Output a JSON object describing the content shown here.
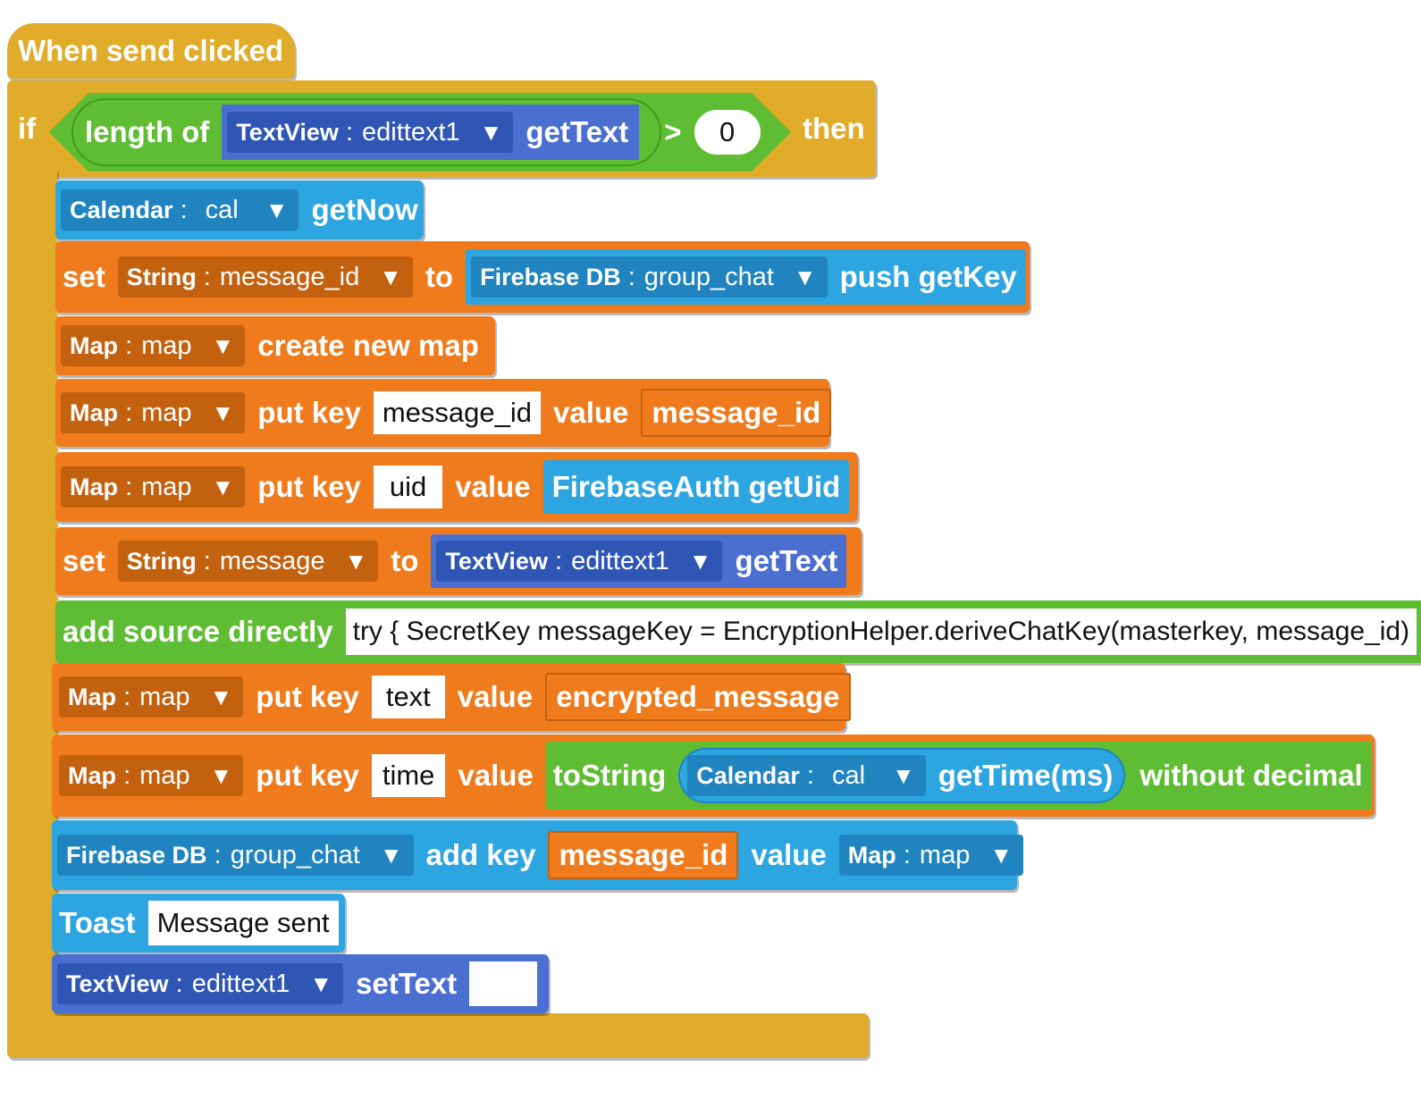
{
  "event": {
    "label": "When send clicked"
  },
  "if_block": {
    "if_label": "if",
    "then_label": "then",
    "length_of": "length of",
    "textview": {
      "type": "TextView",
      "sep": ":",
      "name": "edittext1"
    },
    "get_text": "getText",
    "operator": ">",
    "compare_value": "0"
  },
  "blocks": {
    "calendar_now": {
      "type": "Calendar",
      "sep": ":",
      "name": "cal",
      "method": "getNow"
    },
    "set_message_id": {
      "set": "set",
      "type": "String",
      "sep": ":",
      "name": "message_id",
      "to": "to",
      "firebase": {
        "type": "Firebase DB",
        "sep": ":",
        "name": "group_chat",
        "method": "push getKey"
      }
    },
    "map_create": {
      "type": "Map",
      "sep": ":",
      "name": "map",
      "method": "create new map"
    },
    "put_message_id": {
      "type": "Map",
      "sep": ":",
      "name": "map",
      "put_key": "put key",
      "key": "message_id",
      "value_label": "value",
      "value": "message_id"
    },
    "put_uid": {
      "type": "Map",
      "sep": ":",
      "name": "map",
      "put_key": "put key",
      "key": "uid",
      "value_label": "value",
      "value": "FirebaseAuth getUid"
    },
    "set_message": {
      "set": "set",
      "type": "String",
      "sep": ":",
      "name": "message",
      "to": "to",
      "textview": {
        "type": "TextView",
        "sep": ":",
        "name": "edittext1",
        "method": "getText"
      }
    },
    "add_source": {
      "label": "add source directly",
      "code": "try { SecretKey messageKey = EncryptionHelper.deriveChatKey(masterkey, message_id)"
    },
    "put_text": {
      "type": "Map",
      "sep": ":",
      "name": "map",
      "put_key": "put key",
      "key": "text",
      "value_label": "value",
      "value": "encrypted_message"
    },
    "put_time": {
      "type": "Map",
      "sep": ":",
      "name": "map",
      "put_key": "put key",
      "key": "time",
      "value_label": "value",
      "to_string": "toString",
      "calendar": {
        "type": "Calendar",
        "sep": ":",
        "name": "cal",
        "method": "getTime(ms)"
      },
      "suffix": "without decimal"
    },
    "firebase_add": {
      "type": "Firebase DB",
      "sep": ":",
      "name": "group_chat",
      "add_key": "add key",
      "key": "message_id",
      "value_label": "value",
      "map_type": "Map",
      "map_sep": ":",
      "map_name": "map"
    },
    "toast": {
      "label": "Toast",
      "message": "Message sent"
    },
    "set_text": {
      "type": "TextView",
      "sep": ":",
      "name": "edittext1",
      "method": "setText",
      "value": ""
    }
  },
  "glyphs": {
    "dropdown_arrow": "▼"
  },
  "colors": {
    "event": "#e0ac2a",
    "control": "#e0ac2a",
    "operator": "#5fbd33",
    "variable": "#ef7b1c",
    "component": "#2da5e0",
    "view": "#4a6fd0"
  }
}
